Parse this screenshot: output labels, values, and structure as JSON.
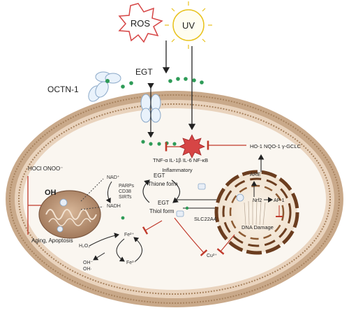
{
  "stimuli": {
    "ros": "ROS",
    "uv": "UV"
  },
  "transport": {
    "transporter": "OCTN-1",
    "molecule": "EGT"
  },
  "cytokines": {
    "row1": "TNF-α IL-1β  IL-6 NF-κB",
    "row2": "Inflammatory"
  },
  "antioxidant_genes": "HO-1  NQO-1 γ-GCLC",
  "oxidants": {
    "species": "HOCl  ONOO⁻",
    "hydroxyl": "OH"
  },
  "outcome": "Aging, Apoptosis",
  "egt_forms": {
    "top": "EGT",
    "thione": "Thione form",
    "bottom": "EGT",
    "thiol": "Thiol form"
  },
  "nad": {
    "nad_plus": "NAD⁺",
    "nadh": "NADH"
  },
  "enzymes": [
    "PARPs",
    "CD38",
    "SIRTs"
  ],
  "fenton": {
    "h2o2": "H₂O₂",
    "fe2": "Fe²⁺",
    "fe3": "Fe³⁺",
    "oh1": "OH⁻",
    "oh2": "OH·"
  },
  "nucleus": {
    "are": "ARE",
    "nrf2": "Nrf2",
    "ap1": "AP-1",
    "dna_damage": "DNA Damage",
    "slc": "SLC22A4"
  },
  "copper": "Cu²⁺",
  "colors": {
    "membrane_outer": "#c9a98a",
    "membrane_inner": "#e9d3bd",
    "cytoplasm": "#faf6f0",
    "inhibition": "#c0392b",
    "egt_dot": "#2e9b57",
    "ros_burst": "#d64545",
    "uv_sun": "#e8c21d",
    "nucleus_ring": "#6b3d1f",
    "mito_body": "#b08a6c"
  }
}
